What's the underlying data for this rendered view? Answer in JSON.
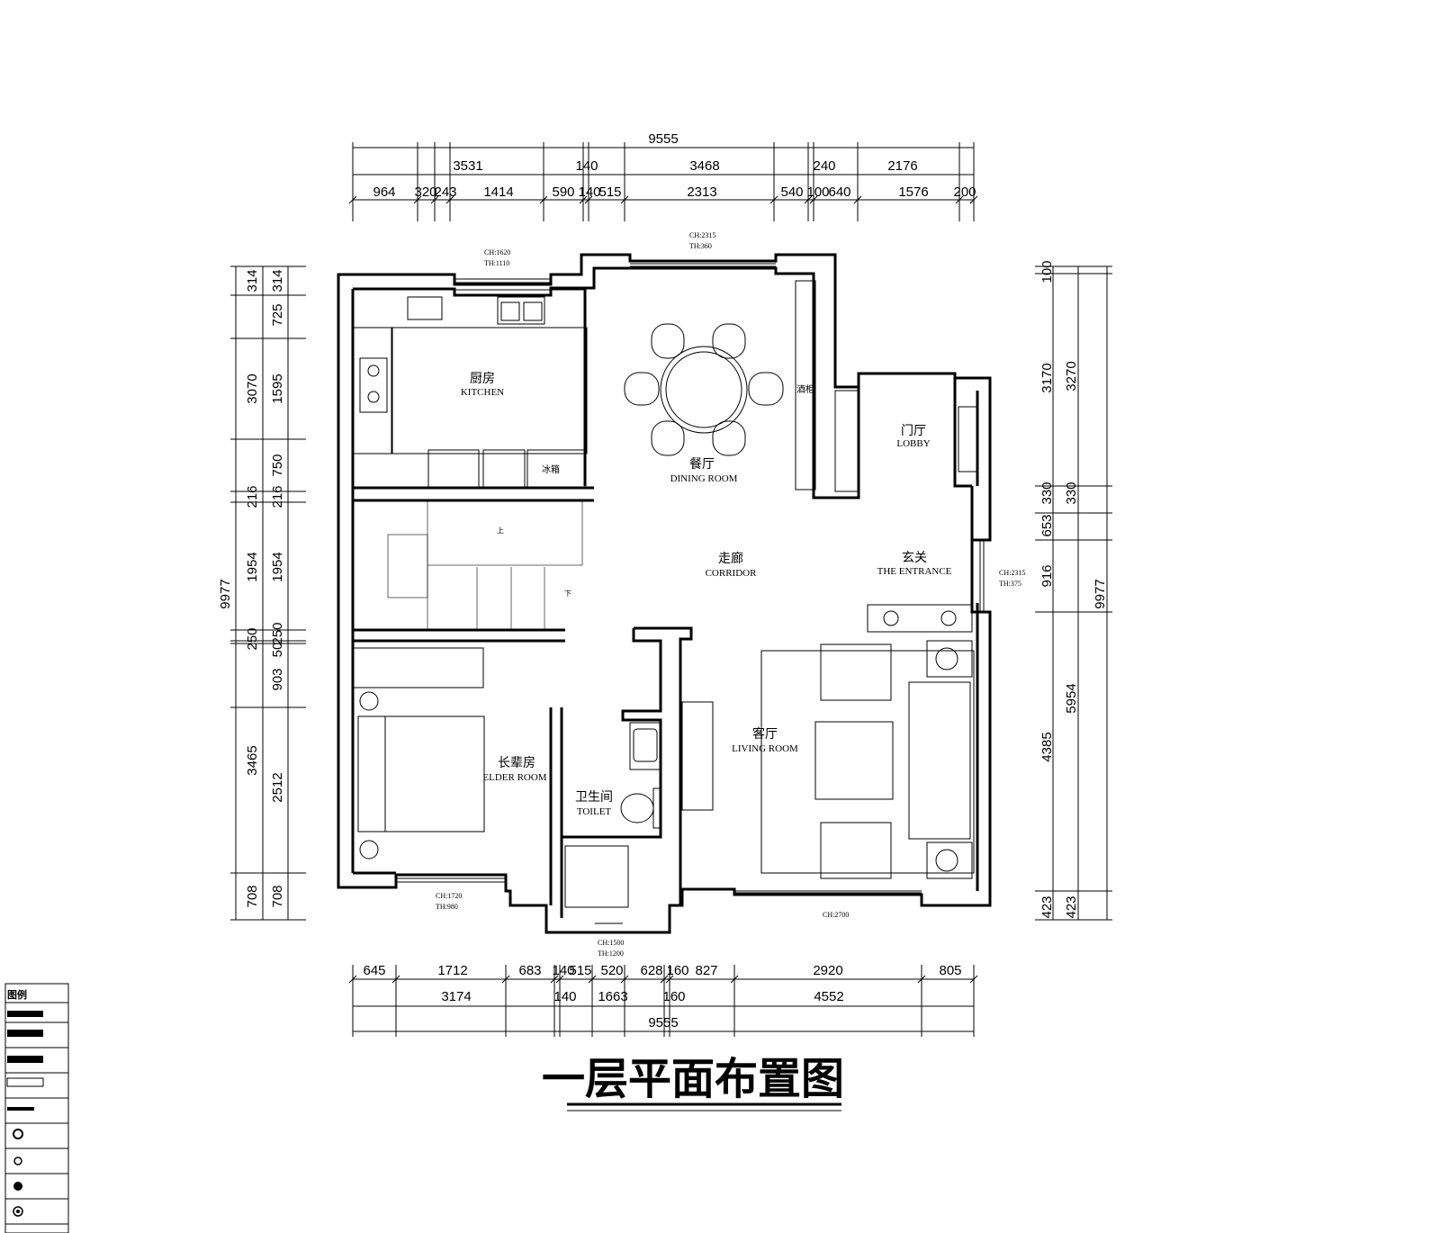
{
  "title": "一层平面布置图",
  "rooms": {
    "kitchen": {
      "cn": "厨房",
      "en": "KITCHEN"
    },
    "dining": {
      "cn": "餐厅",
      "en": "DINING ROOM"
    },
    "lobby": {
      "cn": "门厅",
      "en": "LOBBY"
    },
    "corridor": {
      "cn": "走廊",
      "en": "CORRIDOR"
    },
    "entrance": {
      "cn": "玄关",
      "en": "THE ENTRANCE"
    },
    "living": {
      "cn": "客厅",
      "en": "LIVING ROOM"
    },
    "elder": {
      "cn": "长辈房",
      "en": "ELDER ROOM"
    },
    "toilet": {
      "cn": "卫生间",
      "en": "TOILET"
    }
  },
  "labels": {
    "wine_cabinet": "酒柜",
    "fridge": "冰箱",
    "stair_up": "上",
    "stair_down": "下"
  },
  "notes": {
    "kitchen_window": [
      "CH:1620",
      "TH:1110"
    ],
    "dining_window": [
      "CH:2315",
      "TH:360"
    ],
    "entrance_window": [
      "CH:2315",
      "TH:375"
    ],
    "elder_window": [
      "CH:1720",
      "TH:980"
    ],
    "toilet_window": [
      "CH:1500",
      "TH:1200"
    ],
    "living_window": [
      "CH:2700"
    ]
  },
  "dimensions": {
    "top_total": "9555",
    "top_mid": [
      "3531",
      "140",
      "3468",
      "240",
      "2176"
    ],
    "top_detail": [
      "964",
      "320",
      "243",
      "1414",
      "590",
      "140",
      "515",
      "2313",
      "540",
      "100",
      "640",
      "1576",
      "200"
    ],
    "bottom_detail": [
      "645",
      "1712",
      "683",
      "140",
      "515",
      "520",
      "628",
      "160",
      "827",
      "2920",
      "805"
    ],
    "bottom_mid": [
      "3174",
      "140",
      "1663",
      "160",
      "4552"
    ],
    "bottom_total": "9555",
    "left_total": "9977",
    "left_mid": [
      "314",
      "3070",
      "216",
      "1954",
      "250",
      "3465",
      "708"
    ],
    "left_detail": [
      "314",
      "725",
      "1595",
      "750",
      "216",
      "1954",
      "250",
      "50",
      "903",
      "2512",
      "708"
    ],
    "right_detail": [
      "100",
      "3170",
      "330",
      "653",
      "916",
      "4385",
      "423"
    ],
    "right_mid": [
      "3270",
      "330",
      "5954",
      "423"
    ],
    "right_total": "9977"
  },
  "legend": {
    "header": "图例"
  }
}
